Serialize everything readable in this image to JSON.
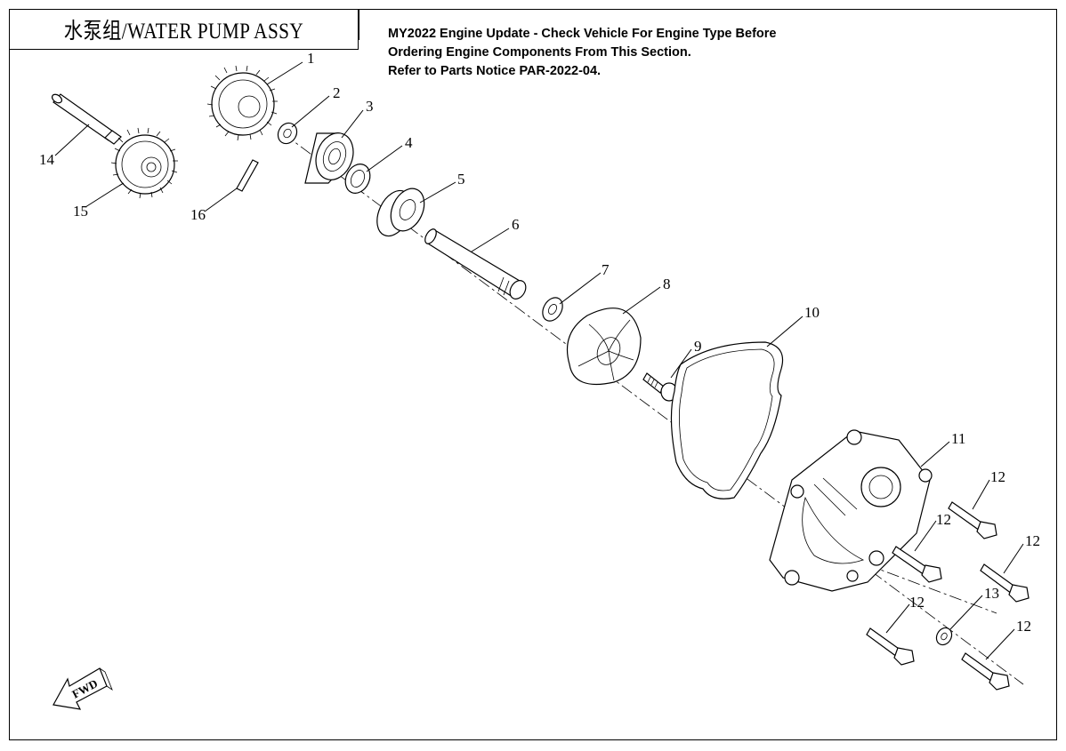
{
  "title": "水泵组/WATER PUMP ASSY",
  "notice": {
    "line1": "MY2022 Engine Update - Check Vehicle For Engine Type Before",
    "line2": "Ordering Engine Components From This Section.",
    "line3": "Refer to Parts Notice PAR-2022-04."
  },
  "callouts": [
    "1",
    "2",
    "3",
    "4",
    "5",
    "6",
    "7",
    "8",
    "9",
    "10",
    "11",
    "12",
    "12",
    "12",
    "12",
    "12",
    "13",
    "14",
    "15",
    "16"
  ],
  "fwd_label": "FWD"
}
